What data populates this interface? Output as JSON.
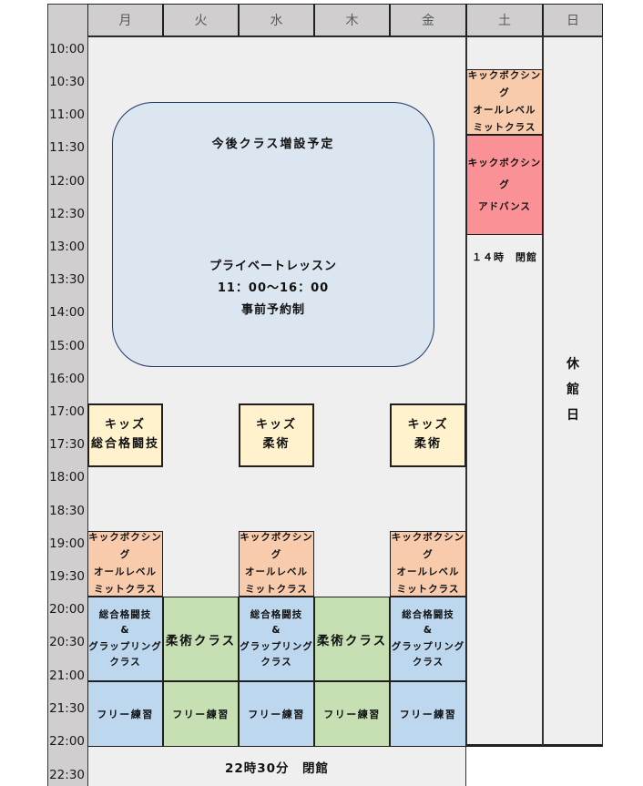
{
  "days": [
    "月",
    "火",
    "水",
    "木",
    "金",
    "土",
    "日"
  ],
  "times": [
    "10:00",
    "10:30",
    "11:00",
    "11:30",
    "12:00",
    "12:30",
    "13:00",
    "13:30",
    "14:00",
    "15:00",
    "16:00",
    "17:00",
    "17:30",
    "18:00",
    "18:30",
    "19:00",
    "19:30",
    "20:00",
    "20:30",
    "21:00",
    "21:30",
    "22:00",
    "22:30"
  ],
  "notice": {
    "title": "今後クラス増設予定",
    "lines": [
      "プライベートレッスン",
      "11：00～16：00",
      "事前予約制"
    ]
  },
  "classes": {
    "kickboxing_mitts": [
      "キックボクシング",
      "オールレベル",
      "ミットクラス"
    ],
    "kickboxing_advance": [
      "キックボクシング",
      "アドバンス"
    ],
    "kids_mma": [
      "キッズ",
      "総合格闘技"
    ],
    "kids_jiujitsu": [
      "キッズ",
      "柔術"
    ],
    "mma_grappling": [
      "総合格闘技",
      "&",
      "グラップリング",
      "クラス"
    ],
    "jiujitsu_class": "柔術クラス",
    "free_practice": "フリー練習"
  },
  "saturday_close_note": "１４時　閉館",
  "sunday_closed": [
    "休",
    "館",
    "日"
  ],
  "footer_close_note": "22時30分　閉館",
  "colors": {
    "header_gray": "#d0cece",
    "grid_bg": "#efefef",
    "kickboxing_orange": "#f8cbad",
    "advance_pink": "#fa9197",
    "kids_cream": "#fff2cc",
    "mma_blue": "#bdd7ee",
    "jiujitsu_green": "#c6e0b4",
    "notice_fill": "#dce6f1",
    "notice_border": "#1f3864",
    "border_dark": "#1f1f1f"
  }
}
